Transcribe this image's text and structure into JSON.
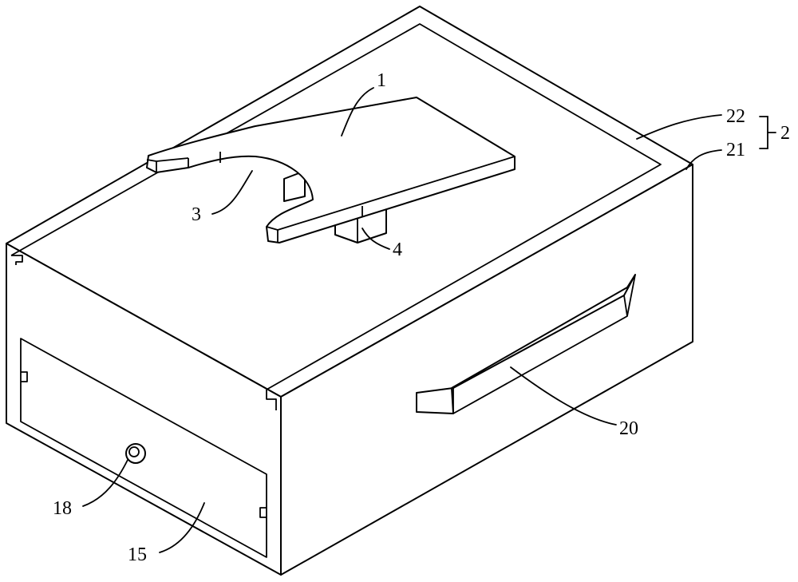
{
  "labels": {
    "top_plate": "1",
    "housing": "2",
    "recess": "3",
    "support_block": "4",
    "drawer_panel": "15",
    "drawer_knob": "18",
    "side_handle": "20",
    "box_body": "21",
    "box_lid": "22"
  }
}
